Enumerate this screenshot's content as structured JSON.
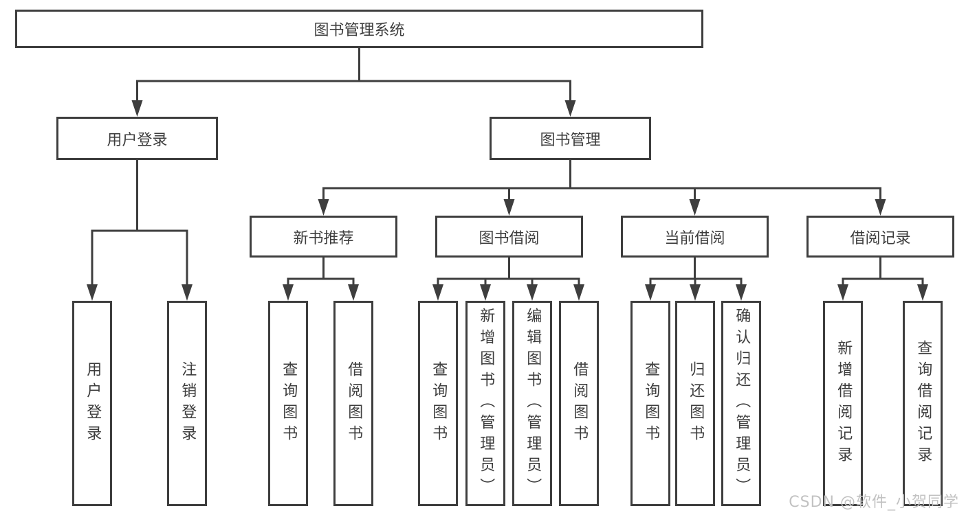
{
  "tree": {
    "label": "图书管理系统",
    "children": [
      {
        "label": "用户登录",
        "children": [
          {
            "label": "用户登录"
          },
          {
            "label": "注销登录"
          }
        ]
      },
      {
        "label": "图书管理",
        "children": [
          {
            "label": "新书推荐",
            "children": [
              {
                "label": "查询图书"
              },
              {
                "label": "借阅图书"
              }
            ]
          },
          {
            "label": "图书借阅",
            "children": [
              {
                "label": "查询图书"
              },
              {
                "label": "新增图书（管理员）"
              },
              {
                "label": "编辑图书（管理员）"
              },
              {
                "label": "借阅图书"
              }
            ]
          },
          {
            "label": "当前借阅",
            "children": [
              {
                "label": "查询图书"
              },
              {
                "label": "归还图书"
              },
              {
                "label": "确认归还（管理员）"
              }
            ]
          },
          {
            "label": "借阅记录",
            "children": [
              {
                "label": "新增借阅记录"
              },
              {
                "label": "查询借阅记录"
              }
            ]
          }
        ]
      }
    ]
  },
  "watermark": {
    "text": "CSDN @软件_小贺同学"
  },
  "colors": {
    "line": "#3e3e3e",
    "text": "#3d3d3d",
    "watermark": "#c2c2c2",
    "background": "#ffffff"
  }
}
